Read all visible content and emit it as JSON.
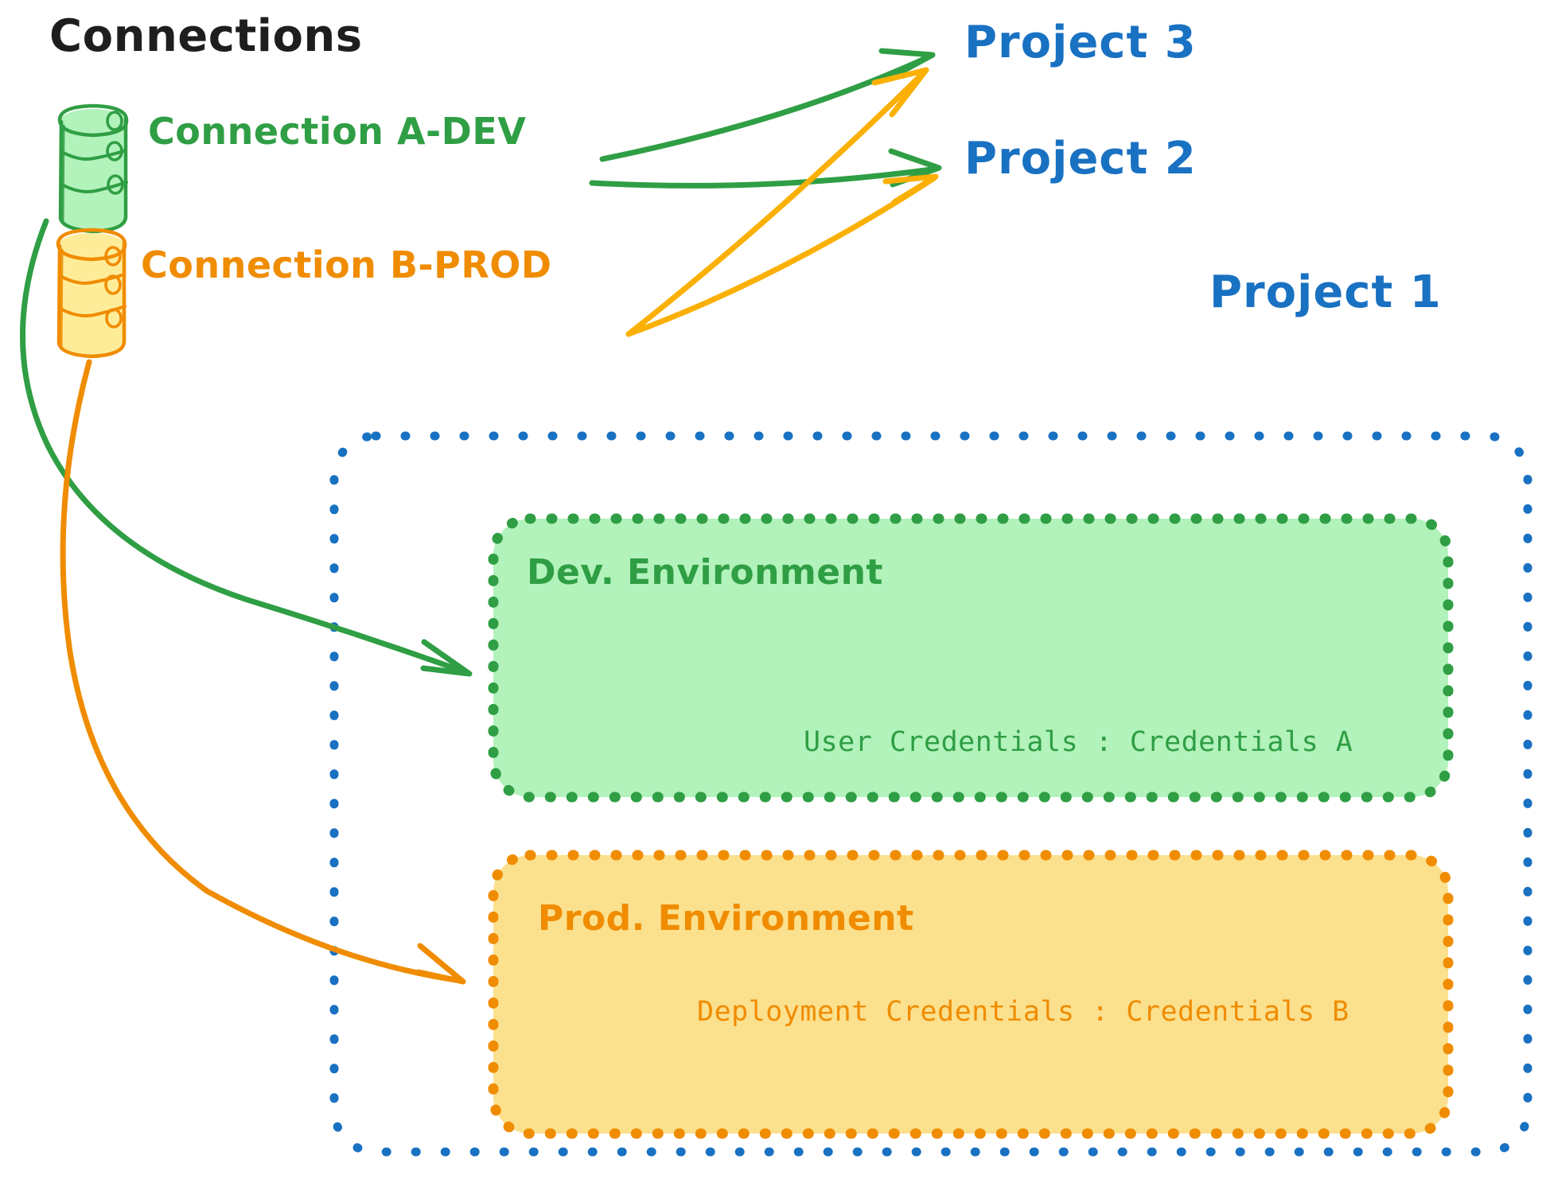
{
  "diagram": {
    "title": "Connections",
    "background": "#ffffff",
    "colors": {
      "green_stroke": "#2f9e44",
      "green_fill": "#b2f2bb",
      "orange_stroke": "#f08c00",
      "orange_fill": "#fbe08e",
      "blue_stroke": "#1971c2",
      "black_text": "#1e1e1e"
    }
  },
  "connections": {
    "heading": "Connections",
    "items": [
      {
        "id": "a-dev",
        "label": "Connection A-DEV",
        "icon": "database-icon",
        "color": "#2f9e44",
        "fill": "#b2f2bb"
      },
      {
        "id": "b-prod",
        "label": "Connection B-PROD",
        "icon": "database-icon",
        "color": "#f08c00",
        "fill": "#ffec99"
      }
    ]
  },
  "projects": [
    {
      "id": "project-3",
      "label": "Project 3",
      "color": "#1971c2"
    },
    {
      "id": "project-2",
      "label": "Project 2",
      "color": "#1971c2"
    },
    {
      "id": "project-1",
      "label": "Project 1",
      "color": "#1971c2"
    }
  ],
  "project_1": {
    "label": "Project 1",
    "border_style": "dotted",
    "border_color": "#1971c2",
    "environments": [
      {
        "id": "dev-environment",
        "title": "Dev. Environment",
        "credential_label": "User Credentials",
        "credential_separator": ":",
        "credential_value": "Credentials A",
        "credential_line": "User Credentials : Credentials A",
        "border_color": "#2f9e44",
        "fill_color": "#b2f2bb"
      },
      {
        "id": "prod-environment",
        "title": "Prod. Environment",
        "credential_label": "Deployment Credentials",
        "credential_separator": ":",
        "credential_value": "Credentials B",
        "credential_line": "Deployment Credentials : Credentials B",
        "border_color": "#f08c00",
        "fill_color": "#ffec99"
      }
    ]
  },
  "edges": [
    {
      "id": "edge-a-dev-to-project-3",
      "from": "a-dev",
      "to": "project-3",
      "color": "#2f9e44",
      "style": "straight-arrow"
    },
    {
      "id": "edge-a-dev-to-project-2",
      "from": "a-dev",
      "to": "project-2",
      "color": "#2f9e44",
      "style": "straight-arrow"
    },
    {
      "id": "edge-a-dev-to-dev-environment",
      "from": "a-dev",
      "to": "dev-environment",
      "color": "#2f9e44",
      "style": "curved-arrow"
    },
    {
      "id": "edge-b-prod-to-project-3",
      "from": "b-prod",
      "to": "project-3",
      "color": "#f08c00",
      "style": "straight-arrow"
    },
    {
      "id": "edge-b-prod-to-project-2",
      "from": "b-prod",
      "to": "project-2",
      "color": "#f08c00",
      "style": "straight-arrow"
    },
    {
      "id": "edge-b-prod-to-prod-environment",
      "from": "b-prod",
      "to": "prod-environment",
      "color": "#f08c00",
      "style": "curved-arrow"
    }
  ]
}
